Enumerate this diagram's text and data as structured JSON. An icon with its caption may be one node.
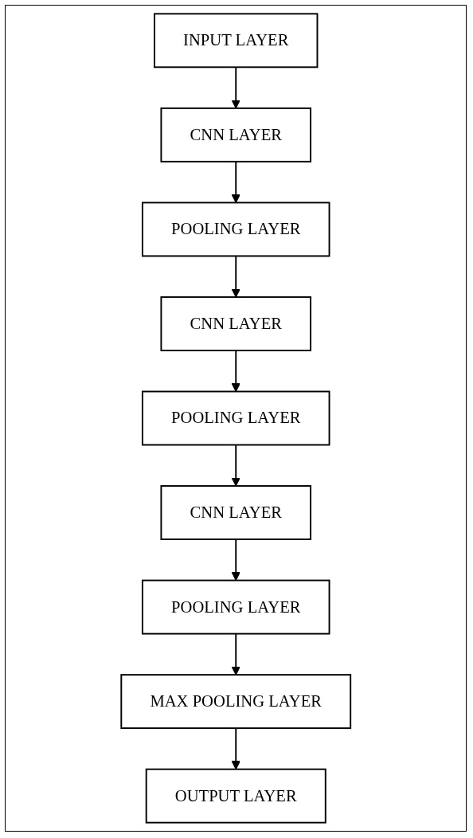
{
  "diagram": {
    "nodes": [
      {
        "text": [
          "INPUT LAYER"
        ]
      },
      {
        "text": [
          "CNN LAYER"
        ]
      },
      {
        "text": [
          "POOLING LAYER"
        ]
      },
      {
        "text": [
          "CNN LAYER"
        ]
      },
      {
        "text": [
          "POOLING LAYER"
        ]
      },
      {
        "text": [
          "CNN LAYER"
        ]
      },
      {
        "text": [
          "POOLING LAYER"
        ]
      },
      {
        "text": [
          "MAX POOLING LAYER"
        ]
      },
      {
        "text": [
          "OUTPUT LAYER"
        ]
      }
    ],
    "edges": [
      {
        "from": 0,
        "to": 1,
        "arrow": "to"
      },
      {
        "from": 1,
        "to": 2,
        "arrow": "to"
      },
      {
        "from": 2,
        "to": 3,
        "arrow": "to"
      },
      {
        "from": 3,
        "to": 4,
        "arrow": "to"
      },
      {
        "from": 4,
        "to": 5,
        "arrow": "to"
      },
      {
        "from": 5,
        "to": 6,
        "arrow": "to"
      },
      {
        "from": 6,
        "to": 7,
        "arrow": "to"
      },
      {
        "from": 7,
        "to": 8,
        "arrow": "to"
      }
    ]
  }
}
